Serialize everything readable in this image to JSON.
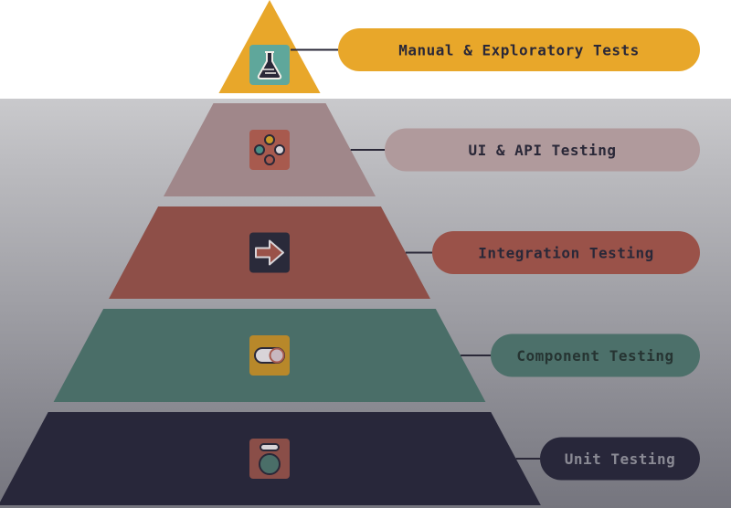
{
  "title": "Testing Pyramid",
  "tiers": [
    {
      "label": "Manual & Exploratory Tests",
      "icon": "flask-icon",
      "tier_color": "#e8a72a",
      "pill_color": "#e8a72a",
      "text_color": "#2a2838",
      "icon_bg": "#5fa79b"
    },
    {
      "label": "UI & API Testing",
      "icon": "gamepad-buttons-icon",
      "tier_color": "#a0878a",
      "pill_color": "#b09a9c",
      "text_color": "#2a2838",
      "icon_bg": "#a85a4e"
    },
    {
      "label": "Integration Testing",
      "icon": "arrow-right-icon",
      "tier_color": "#8e4f48",
      "pill_color": "#9a5249",
      "text_color": "#2a2838",
      "icon_bg": "#2a2a3a"
    },
    {
      "label": "Component Testing",
      "icon": "toggle-icon",
      "tier_color": "#4a6e68",
      "pill_color": "#4c706a",
      "text_color": "#263432",
      "icon_bg": "#b8882a"
    },
    {
      "label": "Unit Testing",
      "icon": "unit-block-icon",
      "tier_color": "#28273a",
      "pill_color": "#28273a",
      "text_color": "#8a8a94",
      "icon_bg": "#8a4e48"
    }
  ],
  "colors": {
    "overlay_top": "#c9c9cc",
    "overlay_bottom": "#75757e",
    "connector": "#2a2838"
  }
}
